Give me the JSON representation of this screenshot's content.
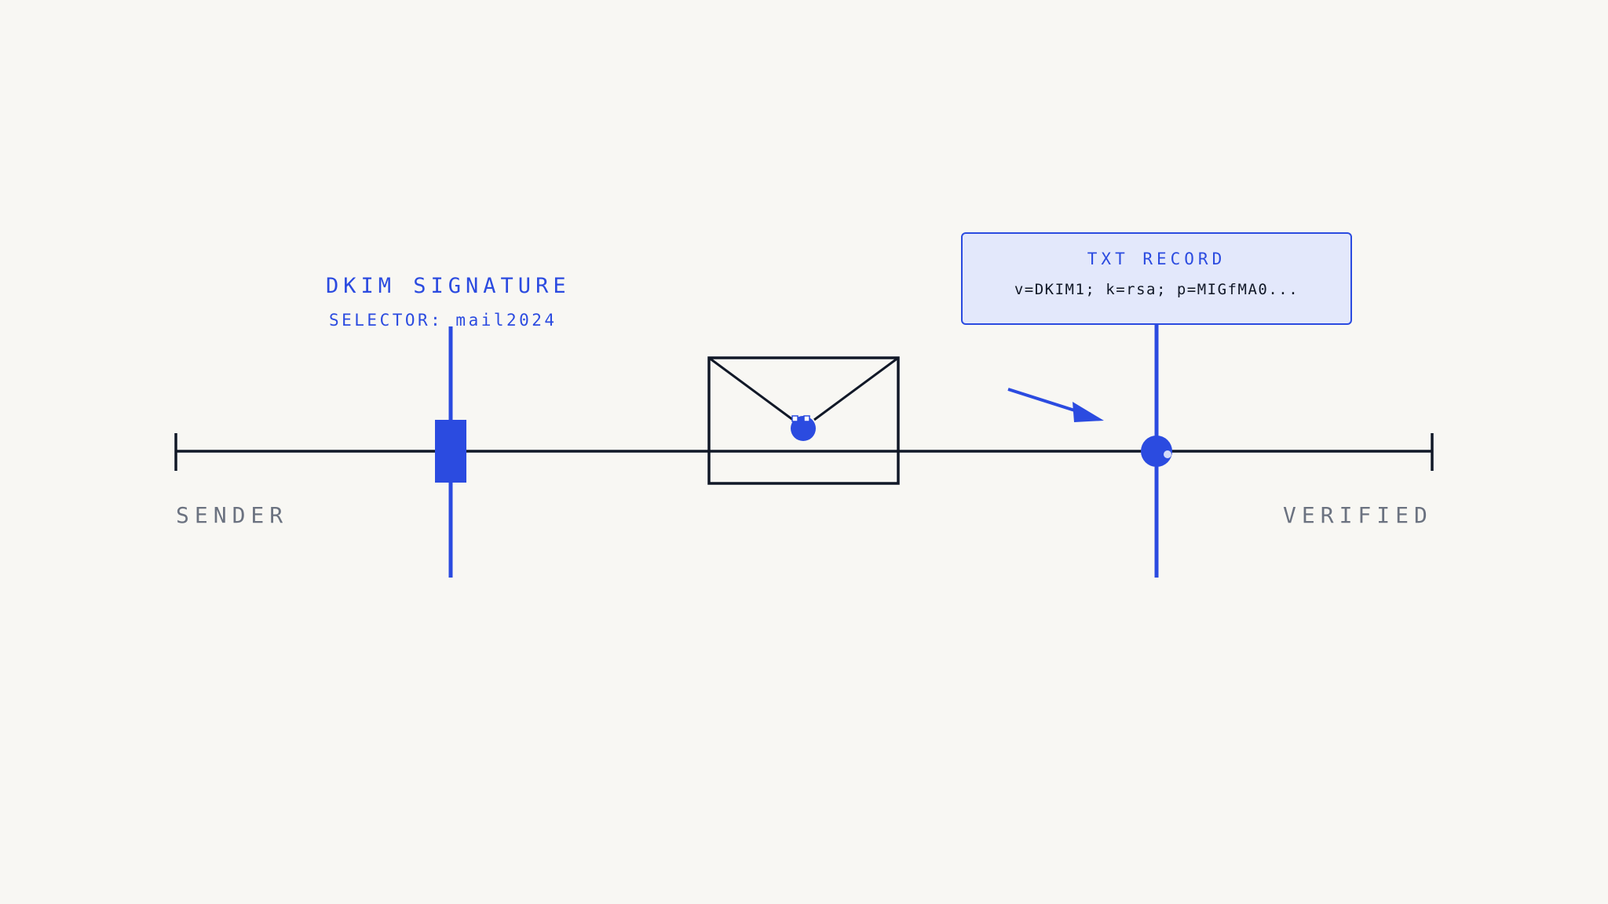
{
  "signature": {
    "title": "DKIM SIGNATURE",
    "selector": "SELECTOR: mail2024"
  },
  "endpoints": {
    "start": "SENDER",
    "end": "VERIFIED"
  },
  "txt_record": {
    "title": "TXT RECORD",
    "value": "v=DKIM1; k=rsa; p=MIGfMA0..."
  },
  "colors": {
    "background": "#f8f7f3",
    "accent": "#2b4be0",
    "line": "#111827",
    "muted": "#6b7280",
    "box_fill": "#e3e8fb"
  },
  "icons": [
    "envelope-icon",
    "seal-icon",
    "arrow-icon",
    "verify-node-icon"
  ]
}
